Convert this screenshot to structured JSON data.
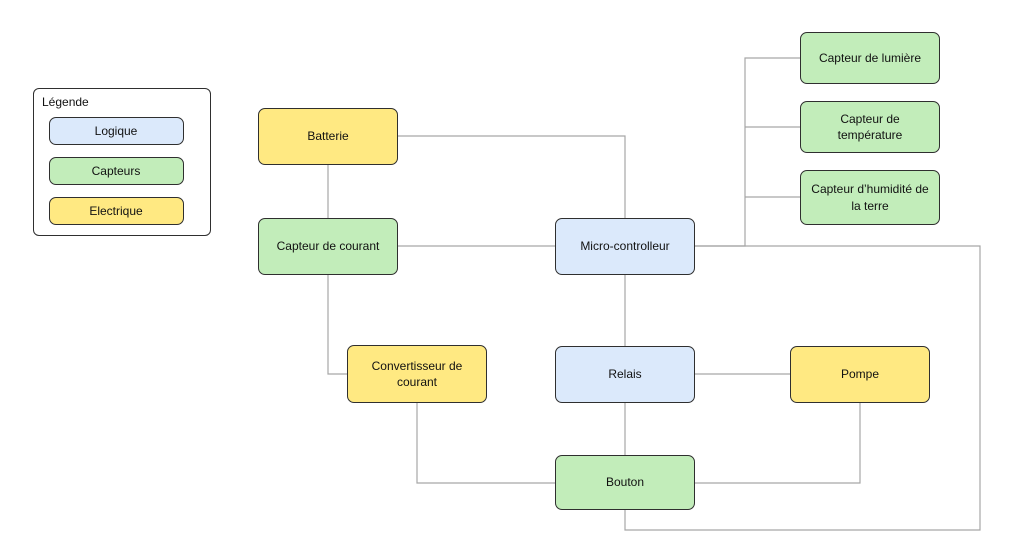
{
  "colors": {
    "logique_fill": "#dbe9fb",
    "capteurs_fill": "#c2edba",
    "electrique_fill": "#ffe982",
    "node_border": "#2f2f2f",
    "edge": "#a6a6a6"
  },
  "diagram": {
    "legend": {
      "title": "Légende",
      "items": [
        {
          "label": "Logique",
          "type": "logique"
        },
        {
          "label": "Capteurs",
          "type": "capteurs"
        },
        {
          "label": "Electrique",
          "type": "electrique"
        }
      ]
    },
    "nodes": {
      "batterie": "Batterie",
      "capteur_de_courant": "Capteur de courant",
      "convertisseur_de_courant": "Convertisseur de courant",
      "micro_controlleur": "Micro-controlleur",
      "relais": "Relais",
      "bouton": "Bouton",
      "pompe": "Pompe",
      "capteur_de_lumiere": "Capteur de lumière",
      "capteur_de_temperature": "Capteur de température",
      "capteur_humidite": "Capteur d’humidité de la terre"
    },
    "edges": [
      [
        "Batterie",
        "Micro-controlleur"
      ],
      [
        "Batterie",
        "Capteur de courant"
      ],
      [
        "Capteur de courant",
        "Micro-controlleur"
      ],
      [
        "Capteur de courant",
        "Convertisseur de courant"
      ],
      [
        "Micro-controlleur",
        "Relais"
      ],
      [
        "Micro-controlleur",
        "Capteur de lumière"
      ],
      [
        "Micro-controlleur",
        "Capteur de température"
      ],
      [
        "Micro-controlleur",
        "Capteur d’humidité de la terre"
      ],
      [
        "Micro-controlleur",
        "Bouton"
      ],
      [
        "Relais",
        "Pompe"
      ],
      [
        "Relais",
        "Bouton"
      ],
      [
        "Convertisseur de courant",
        "Bouton"
      ],
      [
        "Pompe",
        "Bouton"
      ]
    ]
  }
}
